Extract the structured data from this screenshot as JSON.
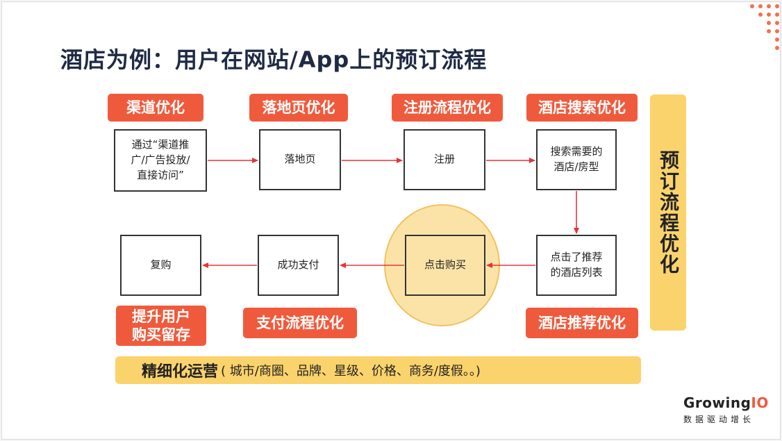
{
  "title": "酒店为例：用户在网站/App上的预订流程",
  "tags": {
    "channel": "渠道优化",
    "landing": "落地页优化",
    "register": "注册流程优化",
    "hotel_search": "酒店搜索优化",
    "retention": "提升用户\n购买留存",
    "payment": "支付流程优化",
    "recommend": "酒店推荐优化"
  },
  "boxes": {
    "channel_source": "通过“渠道推\n广/广告投放/\n直接访问”",
    "landing_page": "落地页",
    "register": "注册",
    "search": "搜索需要的\n酒店/房型",
    "click_recommend": "点击了推荐\n的酒店列表",
    "click_buy": "点击购买",
    "pay_success": "成功支付",
    "repurchase": "复购"
  },
  "side_bar": "预订流程优化",
  "bottom_bar": {
    "main": "精细化运营",
    "sub": "( 城市/商圈、品牌、星级、价格、商务/度假。。)"
  },
  "logo": {
    "name_a": "Growing",
    "name_b": "IO",
    "slogan": "数据驱动增长"
  },
  "colors": {
    "tag_bg": "#f05a3c",
    "bar_bg": "#fbd36c",
    "arrow": "#e8323a",
    "title": "#1f2a44",
    "halo": "#fbe3a8"
  }
}
